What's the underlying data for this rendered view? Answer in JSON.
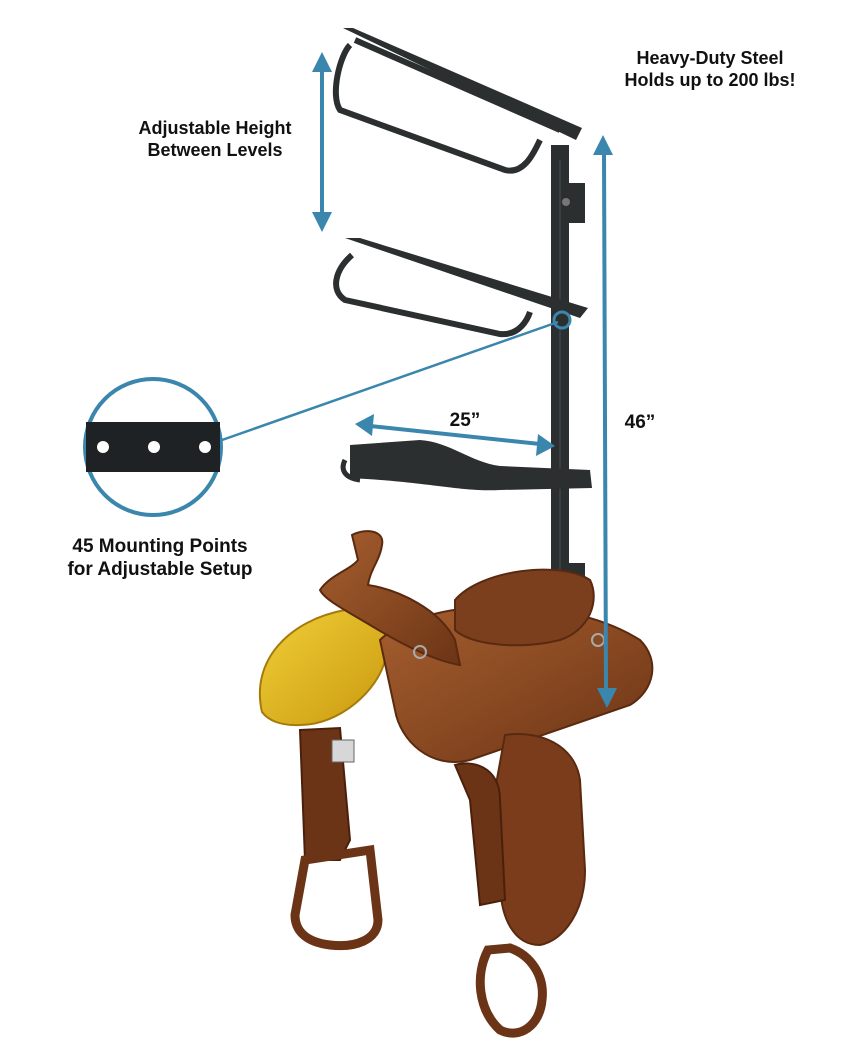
{
  "callouts": {
    "adjustable_height": [
      "Adjustable Height",
      "Between Levels"
    ],
    "steel": [
      "Heavy-Duty Steel",
      "Holds up to 200 lbs!"
    ],
    "mounting": [
      "45 Mounting Points",
      "for Adjustable Setup"
    ],
    "width_dim": "25”",
    "height_dim": "46”"
  },
  "colors": {
    "arrow": "#3a86ad",
    "steel": "#2b2f30",
    "leather": "#8a4a22",
    "fleece": "#e2b81e"
  }
}
